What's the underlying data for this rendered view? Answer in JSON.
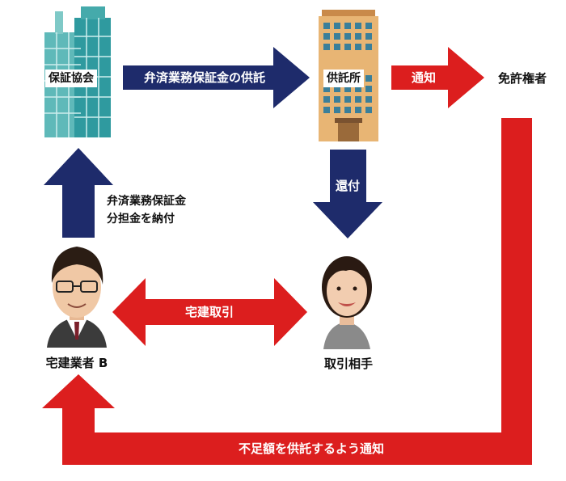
{
  "nodes": {
    "association": "保証協会",
    "depository": "供託所",
    "licensor": "免許権者",
    "broker": "宅建業者 B",
    "counterparty": "取引相手"
  },
  "arrows": {
    "deposit": "弁済業務保証金の供託",
    "notify": "通知",
    "refund": "還付",
    "payment_line1": "弁済業務保証金",
    "payment_line2": "分担金を納付",
    "transaction": "宅建取引",
    "shortfall": "不足額を供託するよう通知"
  },
  "colors": {
    "navy": "#1e2b6b",
    "red": "#dc1e1e",
    "teal": "#3aa6a8",
    "tan": "#e8b574",
    "skin": "#f0c8a5",
    "suit": "#3b3b3b"
  }
}
